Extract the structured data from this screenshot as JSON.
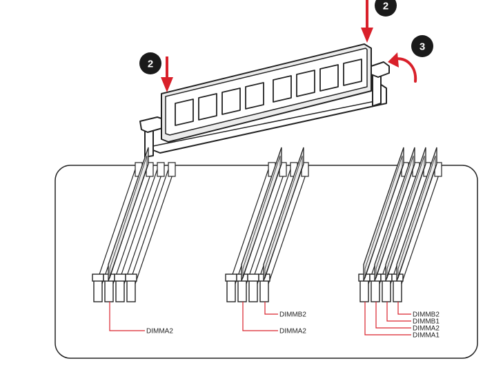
{
  "steps": {
    "step_top": "2",
    "step_left": "2",
    "step_latch": "3"
  },
  "configs": [
    {
      "labels": [
        "DIMMA2"
      ]
    },
    {
      "labels": [
        "DIMMB2",
        "DIMMA2"
      ]
    },
    {
      "labels": [
        "DIMMB2",
        "DIMMB1",
        "DIMMA2",
        "DIMMA1"
      ]
    }
  ],
  "colors": {
    "accent": "#d9202a",
    "badge": "#1a1a1a",
    "outline": "#222222",
    "module_fill": "#ececec"
  }
}
